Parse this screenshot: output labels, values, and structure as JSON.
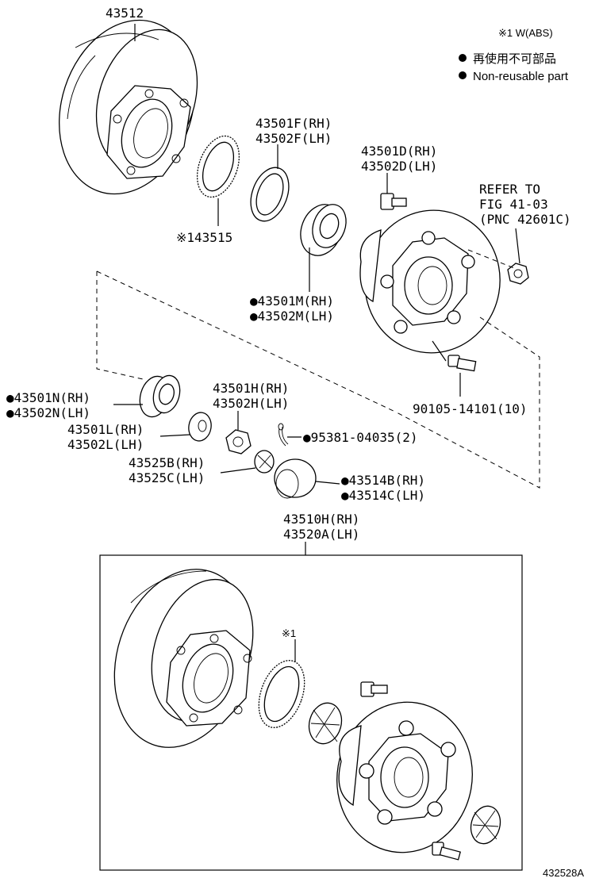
{
  "legend": {
    "abs_note": "※1 W(ABS)",
    "non_reusable_jp": "再使用不可部品",
    "non_reusable_en": "Non-reusable part"
  },
  "labels": {
    "p43512": "43512",
    "p43501F": "43501F(RH)",
    "p43502F": "43502F(LH)",
    "p43501D": "43501D(RH)",
    "p43502D": "43502D(LH)",
    "refer1": "REFER TO",
    "refer2": "FIG 41-03",
    "refer3": "(PNC 42601C)",
    "p43515": "※143515",
    "p43501M": "●43501M(RH)",
    "p43502M": "●43502M(LH)",
    "p43501N": "●43501N(RH)",
    "p43502N": "●43502N(LH)",
    "p43501H": "43501H(RH)",
    "p43502H": "43502H(LH)",
    "p43501L": "43501L(RH)",
    "p43502L": "43502L(LH)",
    "p95381": "●95381-04035(2)",
    "p90105": "90105-14101(10)",
    "p43525B": "43525B(RH)",
    "p43525C": "43525C(LH)",
    "p43514B": "●43514B(RH)",
    "p43514C": "●43514C(LH)",
    "p43510H": "43510H(RH)",
    "p43520A": "43520A(LH)",
    "abs_mark": "※1",
    "figure_no": "432528A"
  }
}
